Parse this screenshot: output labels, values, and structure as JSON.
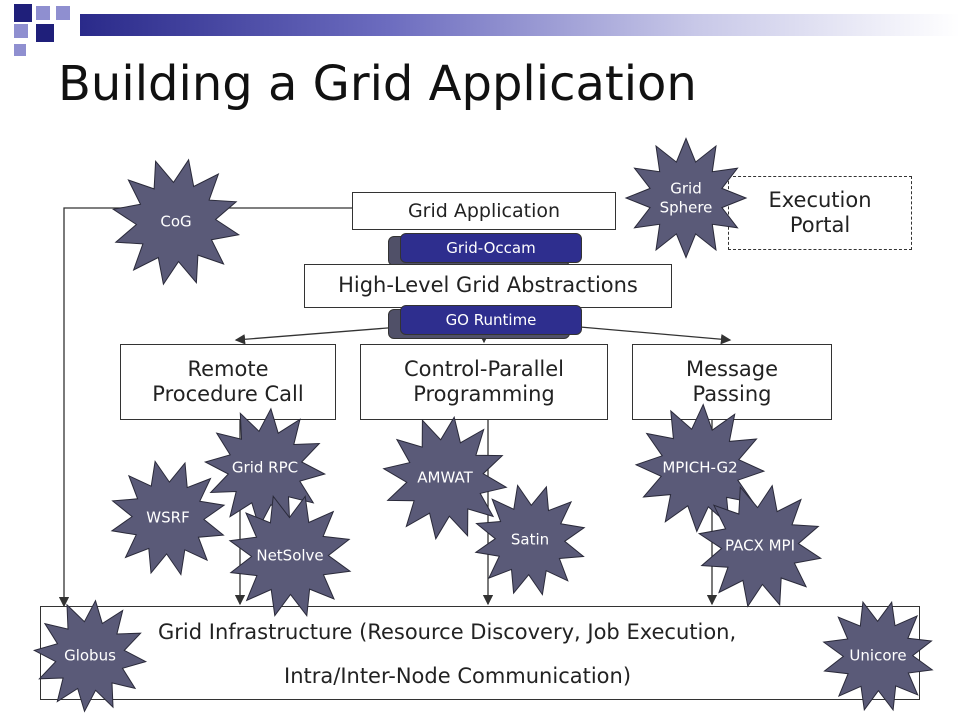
{
  "slide": {
    "title": "Building a Grid Application"
  },
  "boxes": {
    "grid_application": "Grid Application",
    "execution_portal": [
      "Execution",
      "Portal"
    ],
    "high_level": "High-Level Grid Abstractions",
    "rpc": [
      "Remote",
      "Procedure Call"
    ],
    "cpp": [
      "Control-Parallel",
      "Programming"
    ],
    "mp": [
      "Message",
      "Passing"
    ],
    "infrastructure": [
      "Grid Infrastructure (Resource Discovery, Job Execution,",
      "Intra/Inter-Node Communication)"
    ]
  },
  "pills": {
    "grid_occam": "Grid-Occam",
    "go_runtime": "GO Runtime"
  },
  "bursts": {
    "cog": "CoG",
    "grid_sphere": [
      "Grid",
      "Sphere"
    ],
    "grid_rpc": "Grid RPC",
    "wsrf": "WSRF",
    "netsolve": "NetSolve",
    "amwat": "AMWAT",
    "satin": "Satin",
    "mpich_g2": "MPICH-G2",
    "pacx_mpi": "PACX MPI",
    "globus": "Globus",
    "unicore": "Unicore"
  },
  "colors": {
    "burst_fill": "#5a5a78",
    "pill_fill": "#2e2e8e",
    "accent": "#1f1f7a"
  }
}
